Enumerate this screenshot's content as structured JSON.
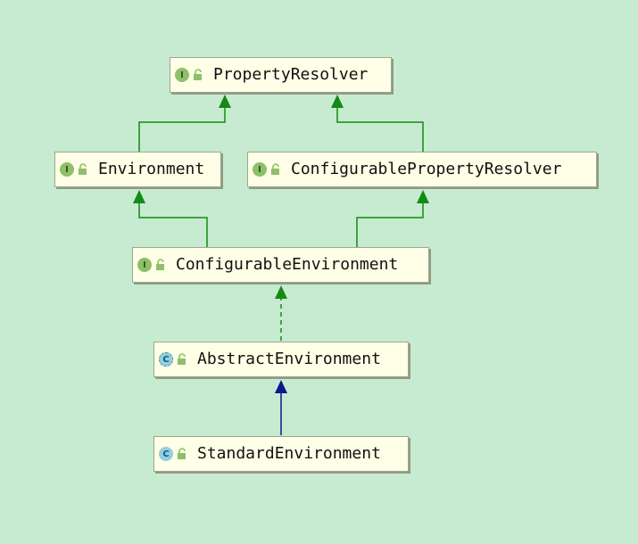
{
  "colors": {
    "background": "#c7ebd0",
    "node_fill": "#fffee6",
    "extends_arrow": "#138a13",
    "implements_arrow": "#138a13",
    "class_extends_arrow": "#0a1a8c"
  },
  "nodes": {
    "property_resolver": {
      "label": "PropertyResolver",
      "badge": "I",
      "kind": "interface"
    },
    "environment": {
      "label": "Environment",
      "badge": "I",
      "kind": "interface"
    },
    "configurable_property_resolver": {
      "label": "ConfigurablePropertyResolver",
      "badge": "I",
      "kind": "interface"
    },
    "configurable_environment": {
      "label": "ConfigurableEnvironment",
      "badge": "I",
      "kind": "interface"
    },
    "abstract_environment": {
      "label": "AbstractEnvironment",
      "badge": "C",
      "kind": "abstract-class"
    },
    "standard_environment": {
      "label": "StandardEnvironment",
      "badge": "C",
      "kind": "class"
    }
  },
  "edges": [
    {
      "from": "environment",
      "to": "property_resolver",
      "style": "solid",
      "color": "#138a13"
    },
    {
      "from": "configurable_property_resolver",
      "to": "property_resolver",
      "style": "solid",
      "color": "#138a13"
    },
    {
      "from": "configurable_environment",
      "to": "environment",
      "style": "solid",
      "color": "#138a13"
    },
    {
      "from": "configurable_environment",
      "to": "configurable_property_resolver",
      "style": "solid",
      "color": "#138a13"
    },
    {
      "from": "abstract_environment",
      "to": "configurable_environment",
      "style": "dashed",
      "color": "#138a13"
    },
    {
      "from": "standard_environment",
      "to": "abstract_environment",
      "style": "solid",
      "color": "#0a1a8c"
    }
  ]
}
